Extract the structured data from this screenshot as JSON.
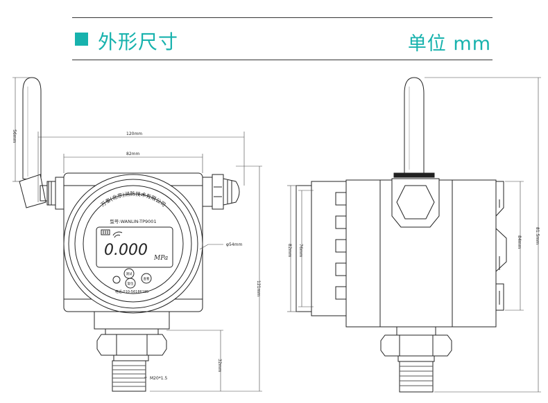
{
  "header": {
    "title": "外形尺寸",
    "unit": "单位 mm",
    "accent_color": "#17b2ad"
  },
  "front_view": {
    "brand_text": "万泰(北京)消防技术有限公司",
    "model_text": "型号:WANLIN-TP9001",
    "display_value": "0.000",
    "display_unit": "MPa",
    "buttons": [
      "测试",
      "复位",
      "查看"
    ],
    "phone_text": "电话:010-56186185",
    "dim_antenna": "56mm",
    "dim_total_width": "120mm",
    "dim_body_width": "82mm",
    "dim_diameter": "φ54mm",
    "dim_height": "121mm",
    "dim_thread_length": "32mm",
    "thread_spec": "M20*1.5"
  },
  "side_view": {
    "dim_left_outer": "82mm",
    "dim_left_inner": "76mm",
    "dim_right_inner": "84mm",
    "dim_total_height": "81.5mm"
  }
}
